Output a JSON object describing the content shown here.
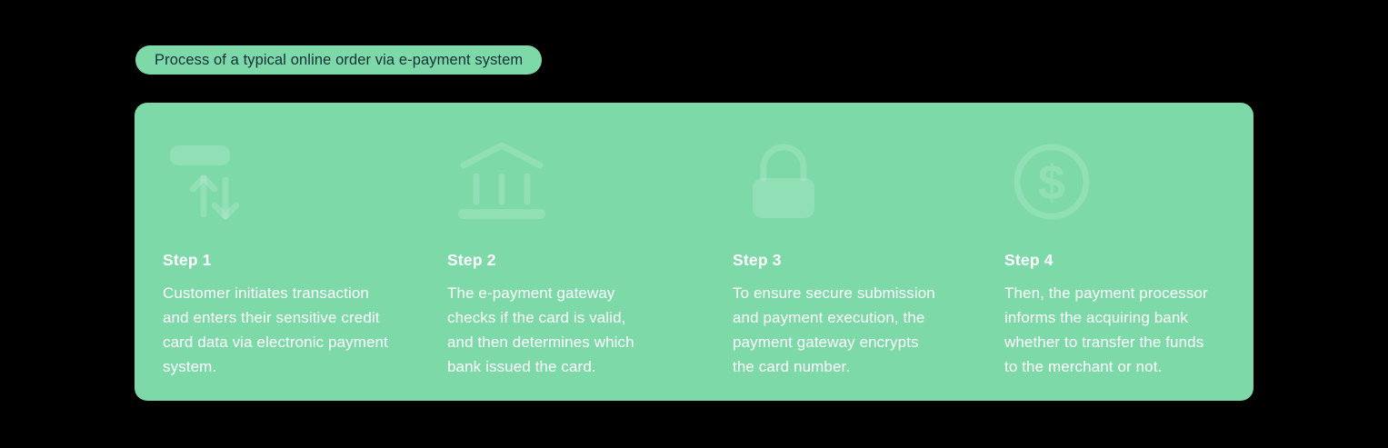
{
  "colors": {
    "background": "#000000",
    "accent_green": "#7DD9A7",
    "badge_text": "#14303A",
    "step_text": "#FFFFFF",
    "icon_tint_lighter_green": "#8FE2B6"
  },
  "header": {
    "title": "Process of a typical online order via e-payment system"
  },
  "card": {
    "steps": [
      {
        "label": "Step 1",
        "icon": "card-transfer-icon",
        "text": "Customer initiates transaction\nand enters their sensitive credit\ncard data via electronic payment\nsystem."
      },
      {
        "label": "Step 2",
        "icon": "bank-icon",
        "text": "The e-payment gateway\nchecks if the card is valid,\nand then determines which\nbank issued the card."
      },
      {
        "label": "Step 3",
        "icon": "padlock-icon",
        "text": "To ensure secure submission\nand payment execution, the\npayment gateway encrypts\nthe card number."
      },
      {
        "label": "Step 4",
        "icon": "dollar-icon",
        "text": "Then, the payment processor\ninforms the acquiring bank\nwhether to transfer the funds\nto the merchant or not."
      }
    ]
  }
}
